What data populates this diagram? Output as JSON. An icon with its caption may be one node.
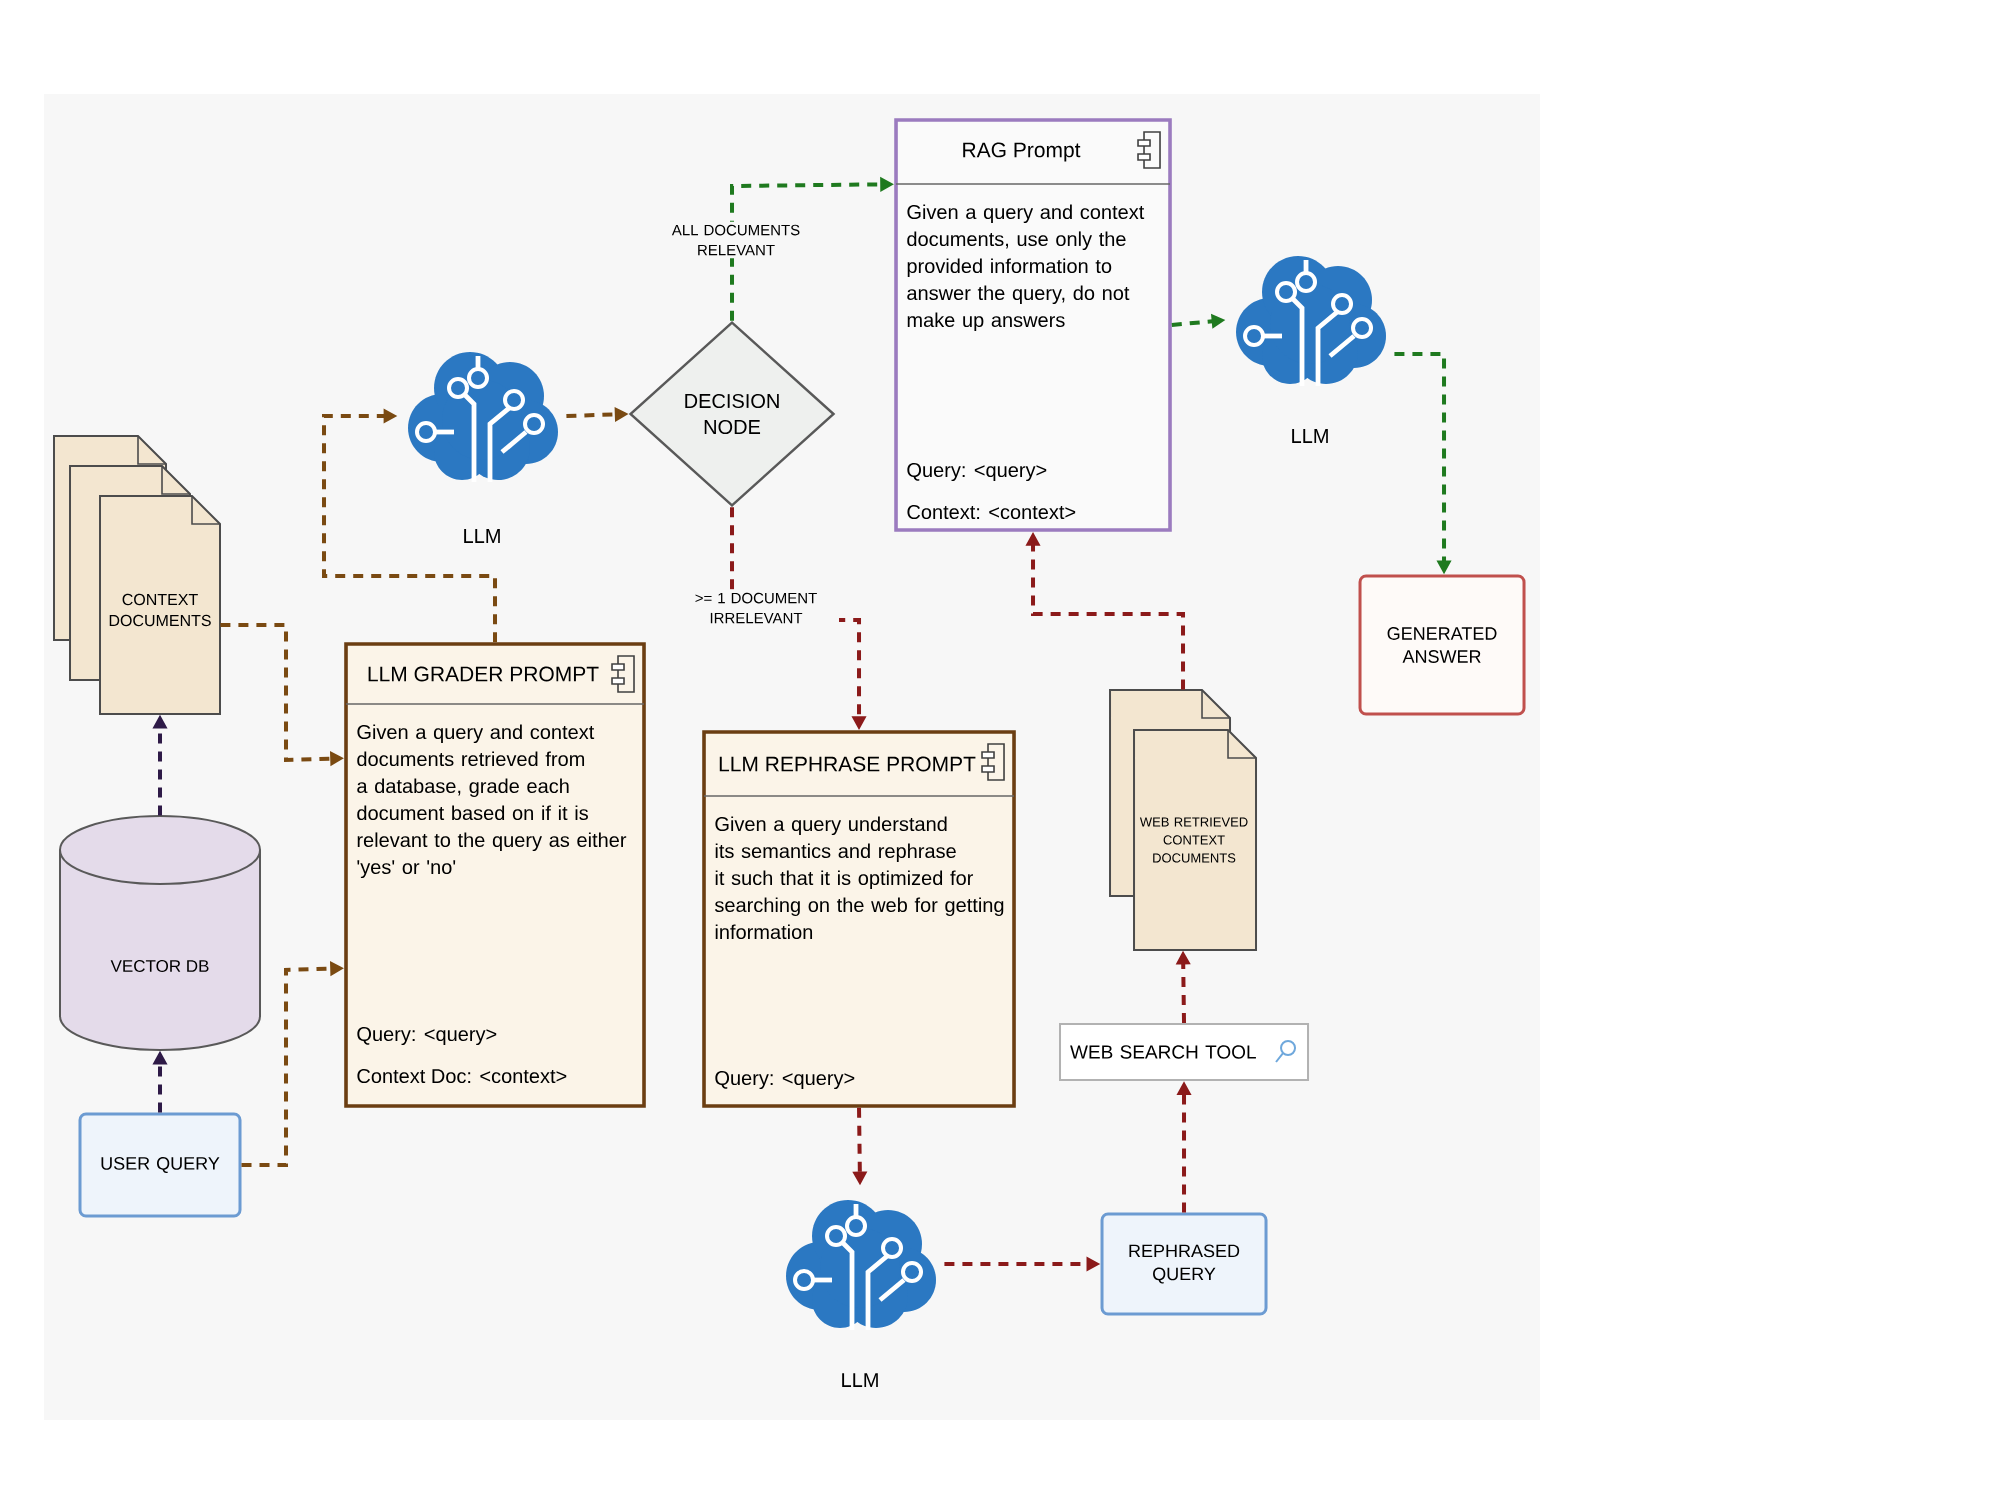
{
  "diagram": {
    "nodes": [
      {
        "text": [
          "CONTEXT DOCUMENTS"
        ]
      },
      {
        "text": [
          "VECTOR DB"
        ]
      },
      {
        "text": [
          "USER QUERY"
        ]
      },
      {
        "text": [
          "LLM GRADER PROMPT",
          "Given a query and context documents retrieved from a database, grade each document based on if it is relevant to the query as either 'yes' or 'no'",
          "Query: <query>",
          "Context Doc: <context>"
        ]
      },
      {
        "text": [
          "LLM"
        ]
      },
      {
        "text": [
          "DECISION NODE"
        ]
      },
      {
        "text": [
          "RAG Prompt",
          "Given a query and context documents, use only the provided information to answer the query, do not make up answers",
          "Query: <query>",
          "Context: <context>"
        ]
      },
      {
        "text": [
          "LLM"
        ]
      },
      {
        "text": [
          "GENERATED ANSWER"
        ]
      },
      {
        "text": [
          "LLM REPHRASE PROMPT",
          "Given a query understand its semantics and rephrase it such that it is optimized for searching on the web for getting information",
          "Query: <query>"
        ]
      },
      {
        "text": [
          "LLM"
        ]
      },
      {
        "text": [
          "REPHRASED QUERY"
        ]
      },
      {
        "text": [
          "WEB SEARCH TOOL"
        ]
      },
      {
        "text": [
          "WEB RETRIEVED CONTEXT DOCUMENTS"
        ]
      }
    ],
    "edges": [
      {
        "from": 0,
        "to": 3,
        "arrow": "to",
        "color": "#7a4a12"
      },
      {
        "from": 1,
        "to": 0,
        "arrow": "to",
        "color": "#2e1a47"
      },
      {
        "from": 2,
        "to": 1,
        "arrow": "to",
        "color": "#2e1a47"
      },
      {
        "from": 2,
        "to": 3,
        "arrow": "to",
        "color": "#7a4a12"
      },
      {
        "from": 3,
        "to": 4,
        "arrow": "to",
        "color": "#7a4a12"
      },
      {
        "from": 4,
        "to": 5,
        "arrow": "to",
        "color": "#7a4a12"
      },
      {
        "from": 5,
        "to": 6,
        "arrow": "to",
        "label": "ALL DOCUMENTS RELEVANT",
        "color": "#1f7a1f"
      },
      {
        "from": 5,
        "to": 9,
        "arrow": "to",
        "label": ">= 1 DOCUMENT IRRELEVANT"
      },
      {
        "from": 6,
        "to": 7,
        "arrow": "to",
        "color": "#1f7a1f"
      },
      {
        "from": 7,
        "to": 8,
        "arrow": "to",
        "color": "#1f7a1f"
      },
      {
        "from": 9,
        "to": 10,
        "arrow": "to"
      },
      {
        "from": 10,
        "to": 11,
        "arrow": "to"
      },
      {
        "from": 11,
        "to": 12,
        "arrow": "to"
      },
      {
        "from": 12,
        "to": 13,
        "arrow": "to"
      },
      {
        "from": 13,
        "to": 6,
        "arrow": "to"
      }
    ]
  }
}
